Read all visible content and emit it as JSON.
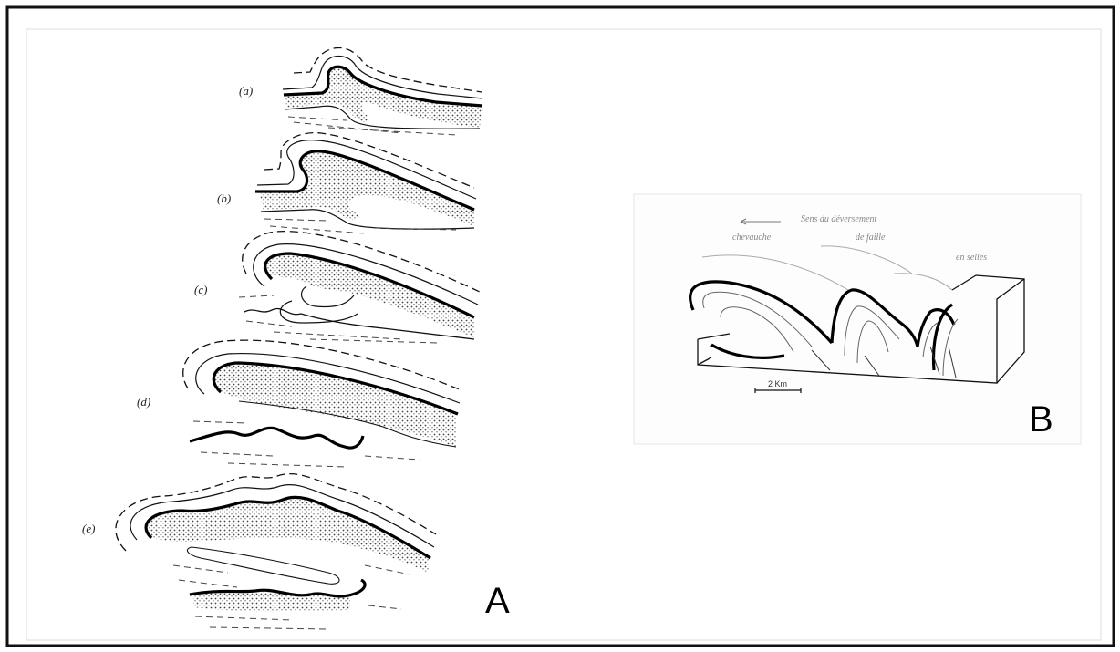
{
  "panel_a": {
    "letter": "A",
    "stages": [
      {
        "label": "(a)"
      },
      {
        "label": "(b)"
      },
      {
        "label": "(c)"
      },
      {
        "label": "(d)"
      },
      {
        "label": "(e)"
      }
    ]
  },
  "panel_b": {
    "letter": "B",
    "title": "Sens du déversement",
    "words": [
      "chevauche",
      "de faille",
      "en selles"
    ],
    "scale_label": "2 Km"
  }
}
